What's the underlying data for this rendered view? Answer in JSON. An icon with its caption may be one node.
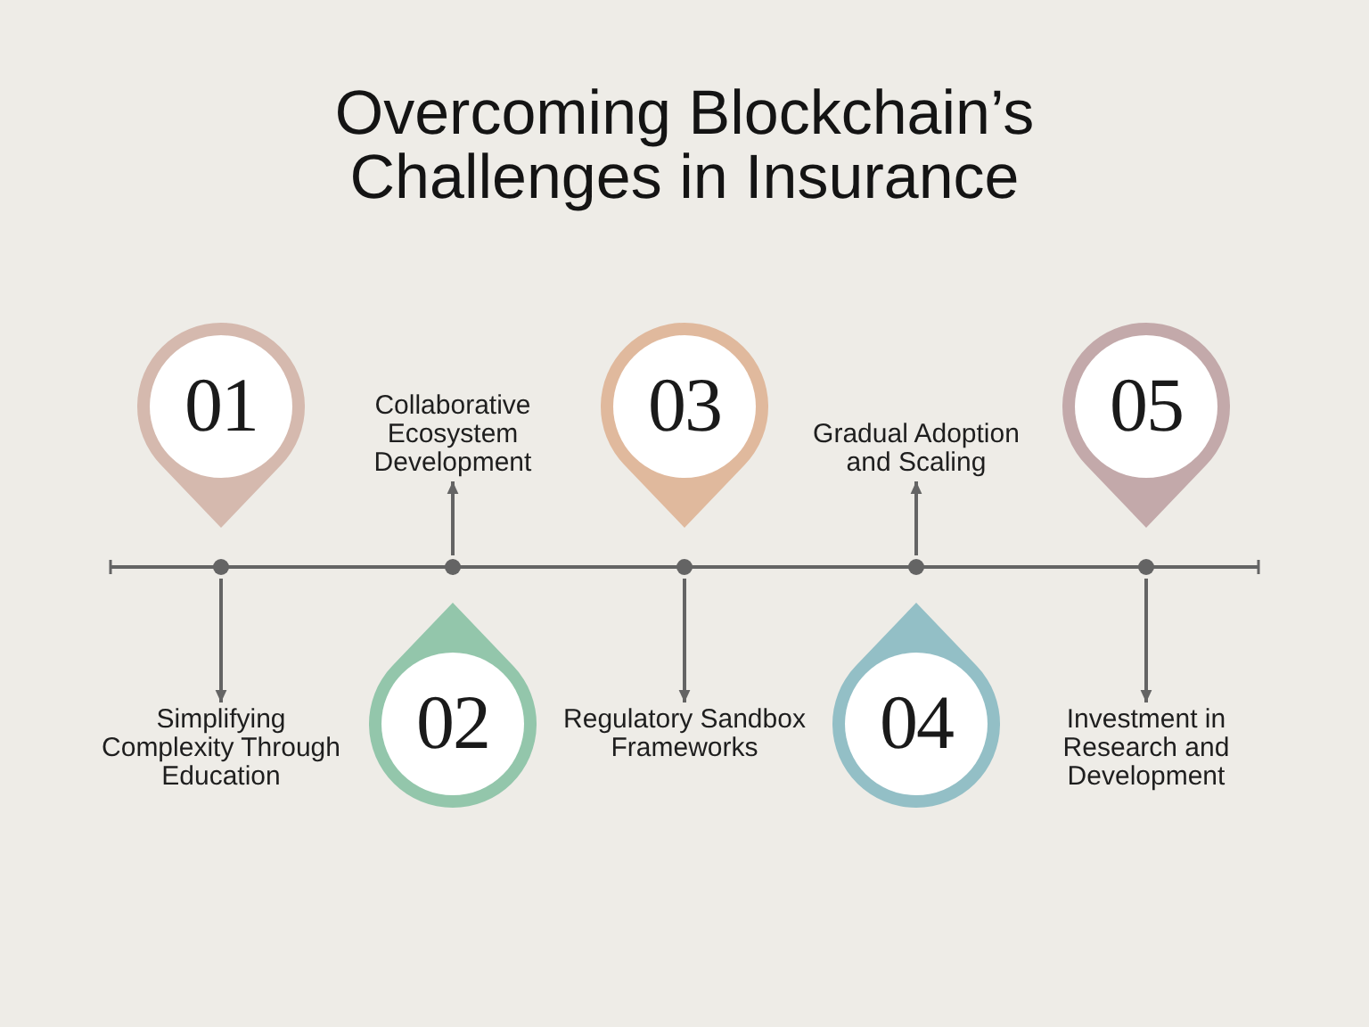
{
  "diagram": {
    "title": "Overcoming Blockchain’s Challenges in Insurance",
    "nodes": [
      {
        "text": [
          "01"
        ]
      },
      {
        "text": [
          "Collaborative Ecosystem Development"
        ]
      },
      {
        "text": [
          "03"
        ]
      },
      {
        "text": [
          "Gradual Adoption and Scaling"
        ]
      },
      {
        "text": [
          "05"
        ]
      },
      {
        "text": [
          "Simplifying Complexity Through Education"
        ]
      },
      {
        "text": [
          "02"
        ]
      },
      {
        "text": [
          "Regulatory Sandbox Frameworks"
        ]
      },
      {
        "text": [
          "04"
        ]
      },
      {
        "text": [
          "Investment in Research and Development"
        ]
      }
    ],
    "edges": [
      {
        "from": null,
        "to": 5,
        "arrow": "to"
      },
      {
        "from": null,
        "to": 1,
        "arrow": "to"
      },
      {
        "from": null,
        "to": 7,
        "arrow": "to"
      },
      {
        "from": null,
        "to": 3,
        "arrow": "to"
      },
      {
        "from": null,
        "to": 9,
        "arrow": "to"
      }
    ]
  }
}
